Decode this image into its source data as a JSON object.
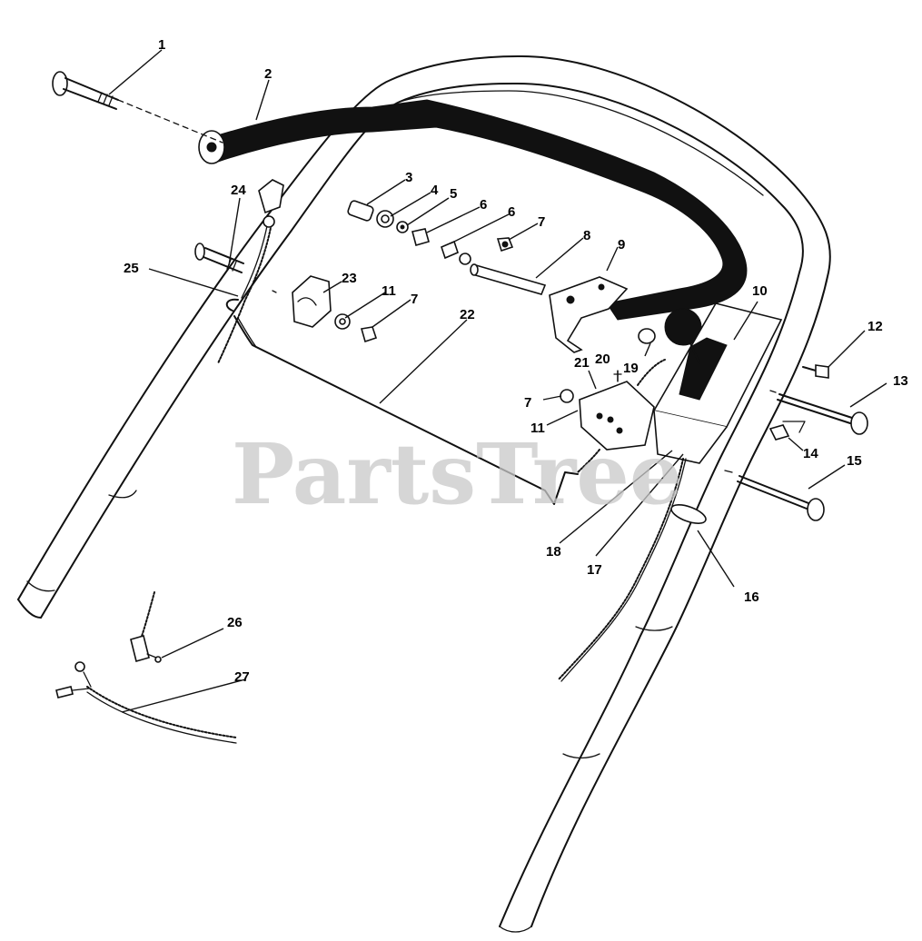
{
  "watermark": "PartsTree",
  "callouts": [
    {
      "id": "c1",
      "label": "1"
    },
    {
      "id": "c2",
      "label": "2"
    },
    {
      "id": "c3",
      "label": "3"
    },
    {
      "id": "c4",
      "label": "4"
    },
    {
      "id": "c5",
      "label": "5"
    },
    {
      "id": "c6a",
      "label": "6"
    },
    {
      "id": "c6b",
      "label": "6"
    },
    {
      "id": "c7a",
      "label": "7"
    },
    {
      "id": "c7b",
      "label": "7"
    },
    {
      "id": "c7c",
      "label": "7"
    },
    {
      "id": "c8",
      "label": "8"
    },
    {
      "id": "c9",
      "label": "9"
    },
    {
      "id": "c10",
      "label": "10"
    },
    {
      "id": "c11a",
      "label": "11"
    },
    {
      "id": "c11b",
      "label": "11"
    },
    {
      "id": "c12",
      "label": "12"
    },
    {
      "id": "c13",
      "label": "13"
    },
    {
      "id": "c14",
      "label": "14"
    },
    {
      "id": "c15",
      "label": "15"
    },
    {
      "id": "c16",
      "label": "16"
    },
    {
      "id": "c17",
      "label": "17"
    },
    {
      "id": "c18",
      "label": "18"
    },
    {
      "id": "c19",
      "label": "19"
    },
    {
      "id": "c20",
      "label": "20"
    },
    {
      "id": "c21",
      "label": "21"
    },
    {
      "id": "c22",
      "label": "22"
    },
    {
      "id": "c23",
      "label": "23"
    },
    {
      "id": "c24",
      "label": "24"
    },
    {
      "id": "c25",
      "label": "25"
    },
    {
      "id": "c26",
      "label": "26"
    },
    {
      "id": "c27",
      "label": "27"
    }
  ]
}
